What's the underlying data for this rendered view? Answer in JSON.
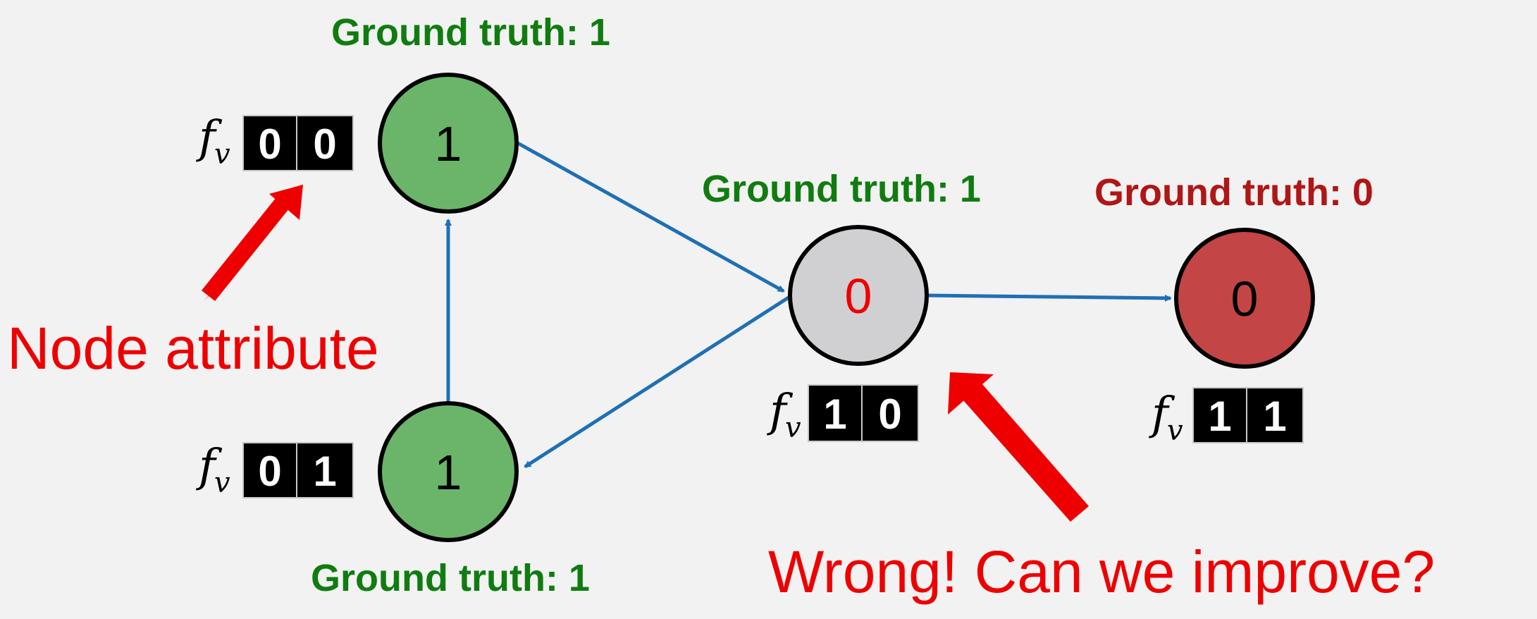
{
  "colors": {
    "background": "#f2f2f2",
    "edge": "#1f6fb5",
    "ground_truth_1": "#107c10",
    "ground_truth_0": "#b01616",
    "node_green": "#6ab56a",
    "node_gray": "#d0d0d3",
    "node_red": "#c44545",
    "callout": "#ee0000",
    "feature_box": "#000000"
  },
  "nodes": {
    "top_left": {
      "label": "1",
      "ground_truth": "Ground truth: 1",
      "features": [
        "0",
        "0"
      ],
      "fill": "green"
    },
    "bottom_left": {
      "label": "1",
      "ground_truth": "Ground truth: 1",
      "features": [
        "0",
        "1"
      ],
      "fill": "green"
    },
    "center": {
      "label": "0",
      "ground_truth": "Ground truth: 1",
      "features": [
        "1",
        "0"
      ],
      "fill": "gray"
    },
    "right": {
      "label": "0",
      "ground_truth": "Ground truth: 0",
      "features": [
        "1",
        "1"
      ],
      "fill": "red"
    }
  },
  "feature_symbol": {
    "base": "f",
    "subscript": "v"
  },
  "edges": [
    {
      "from": "bottom_left",
      "to": "top_left"
    },
    {
      "from": "top_left",
      "to": "center"
    },
    {
      "from": "center",
      "to": "bottom_left"
    },
    {
      "from": "center",
      "to": "right"
    }
  ],
  "annotations": {
    "node_attribute": "Node attribute",
    "wrong": "Wrong! Can we improve?"
  }
}
